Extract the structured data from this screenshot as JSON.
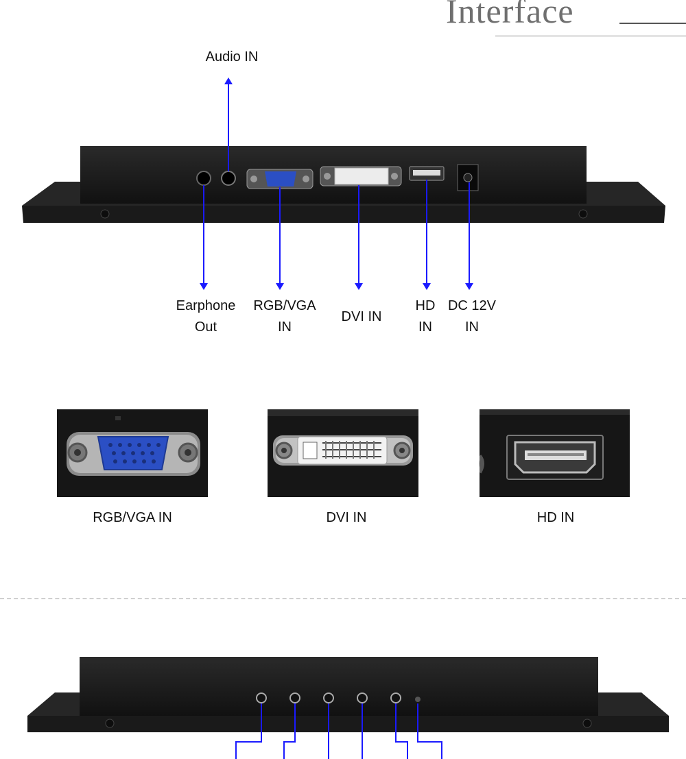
{
  "section_title": "Interface",
  "top_diagram": {
    "labels": {
      "audio_in": "Audio IN",
      "earphone_out": "Earphone\nOut",
      "rgb_vga_in": "RGB/VGA\nIN",
      "dvi_in": "DVI IN",
      "hd_in": "HD\nIN",
      "dc_12v_in": "DC 12V\nIN"
    },
    "arrow_color": "#1a1aff"
  },
  "thumbnails": [
    {
      "caption": "RGB/VGA IN"
    },
    {
      "caption": "DVI IN"
    },
    {
      "caption": "HD IN"
    }
  ],
  "colors": {
    "device_body": "#1c1c1c",
    "vga_blue": "#2b4fc4",
    "arrow": "#1a1aff"
  }
}
